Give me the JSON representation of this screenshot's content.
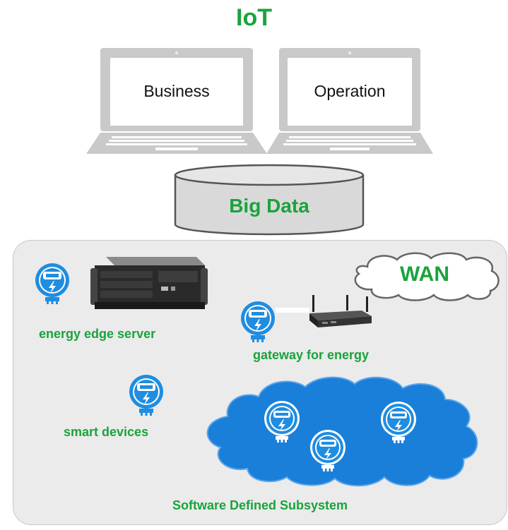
{
  "title": "IoT",
  "laptops": {
    "business_label": "Business",
    "operation_label": "Operation"
  },
  "database": {
    "label": "Big Data"
  },
  "wan": {
    "label": "WAN"
  },
  "devices": {
    "edge_server_label": "energy edge server",
    "gateway_label": "gateway for energy",
    "smart_devices_label": "smart devices"
  },
  "subsystem": {
    "label": "Software Defined Subsystem"
  },
  "colors": {
    "accent_green": "#1aa33c",
    "meter_blue": "#1f8de0",
    "cloud_blue": "#1a7fd9",
    "panel_gray": "#ebebeb"
  }
}
